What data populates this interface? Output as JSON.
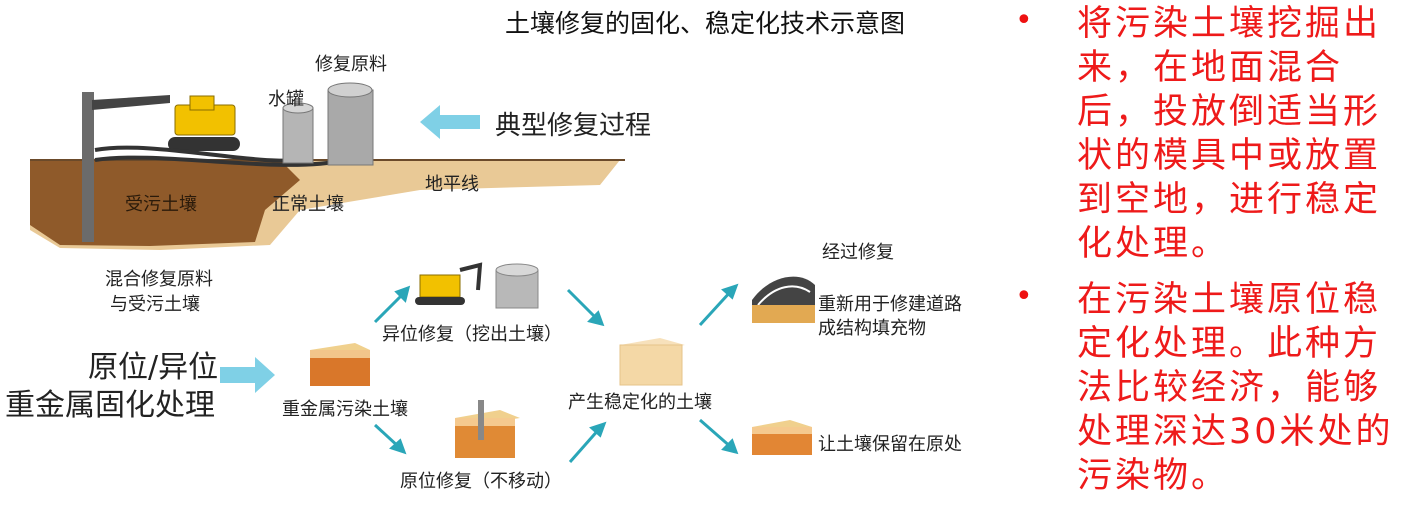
{
  "diagram": {
    "title": "土壤修复的固化、稳定化技术示意图",
    "label_materials": "修复原料",
    "label_water_tank": "水罐",
    "label_typical_process": "典型修复过程",
    "label_horizon": "地平线",
    "label_contaminated_soil": "受污土壤",
    "label_normal_soil": "正常土壤",
    "label_mix_line1": "混合修复原料",
    "label_mix_line2": "与受污土壤",
    "label_main_line1": "原位/异位",
    "label_main_line2": "重金属固化处理",
    "label_heavy_metal_soil": "重金属污染土壤",
    "label_ex_situ": "异位修复（挖出土壤）",
    "label_in_situ": "原位修复（不移动）",
    "label_stabilized_soil": "产生稳定化的土壤",
    "label_after_repair": "经过修复",
    "label_reuse_line1": "重新用于修建道路",
    "label_reuse_line2": "成结构填充物",
    "label_leave": "让土壤保留在原处"
  },
  "bullets": [
    {
      "text": "将污染土壤挖掘出来，在地面混合后，投放倒适当形状的模具中或放置到空地，进行稳定化处理。"
    },
    {
      "text": "在污染土壤原位稳定化处理。此种方法比较经济，能够处理深达30米处的污染物。"
    }
  ],
  "colors": {
    "bullet_text": "#ee1a1a",
    "arrow": "#2aa6b8",
    "soil_brown": "#8a5a2b",
    "soil_tan": "#e6c28a",
    "excavator_yellow": "#f2c100"
  }
}
